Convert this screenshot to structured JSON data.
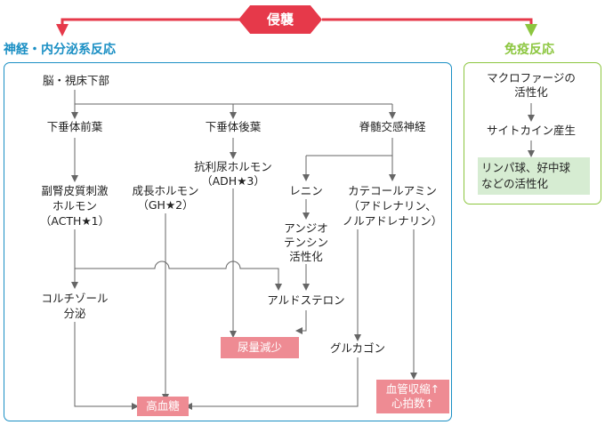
{
  "colors": {
    "invasion_red": "#e6394a",
    "neuro_blue": "#1a8fc4",
    "immune_green": "#8cc63f",
    "result_pink": "#ee8b93",
    "green_fill": "#d6ecd2"
  },
  "top": {
    "invasion": "侵襲"
  },
  "neuro": {
    "title": "神経・内分泌系反応",
    "brain": "脳・視床下部",
    "anterior_pituitary": "下垂体前葉",
    "posterior_pituitary": "下垂体後葉",
    "sympathetic": "脊髄交感神経",
    "acth_lines": [
      "副腎皮質刺激",
      "ホルモン",
      "（ACTH★1）"
    ],
    "gh_lines": [
      "成長ホルモン",
      "（GH★2）"
    ],
    "adh_lines": [
      "抗利尿ホルモン",
      "（ADH★3）"
    ],
    "renin": "レニン",
    "angio_lines": [
      "アンジオ",
      "テンシン",
      "活性化"
    ],
    "catechol_lines": [
      "カテコールアミン",
      "（アドレナリン、",
      "ノルアドレナリン）"
    ],
    "cortisol_lines": [
      "コルチゾール",
      "分泌"
    ],
    "aldosterone": "アルドステロン",
    "glucagon": "グルカゴン",
    "urine": "尿量減少",
    "hyperglycemia": "高血糖",
    "vaso_lines": [
      "血管収縮↑",
      "心拍数↑"
    ]
  },
  "immune": {
    "title": "免疫反応",
    "macrophage_lines": [
      "マクロファージの",
      "活性化"
    ],
    "cytokine": "サイトカイン産生",
    "lympho_lines": [
      "リンパ球、好中球",
      "などの活性化"
    ]
  }
}
